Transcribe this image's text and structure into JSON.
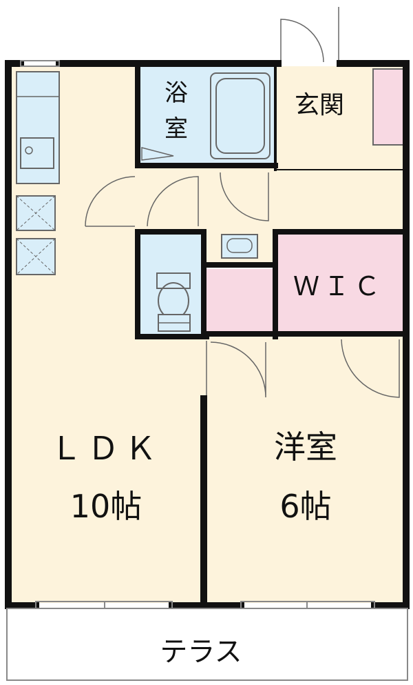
{
  "rooms": {
    "ldk_name": "ＬＤＫ",
    "ldk_size": "10帖",
    "bath_line1": "浴",
    "bath_line2": "室",
    "entrance": "玄関",
    "wic": "ＷＩＣ",
    "western_name": "洋室",
    "western_size": "6帖",
    "terrace": "テラス"
  },
  "colors": {
    "floor": "#fdf3dc",
    "wet": "#d9eef9",
    "storage": "#f8d9e3",
    "wall": "#111111",
    "outline": "#666666"
  }
}
